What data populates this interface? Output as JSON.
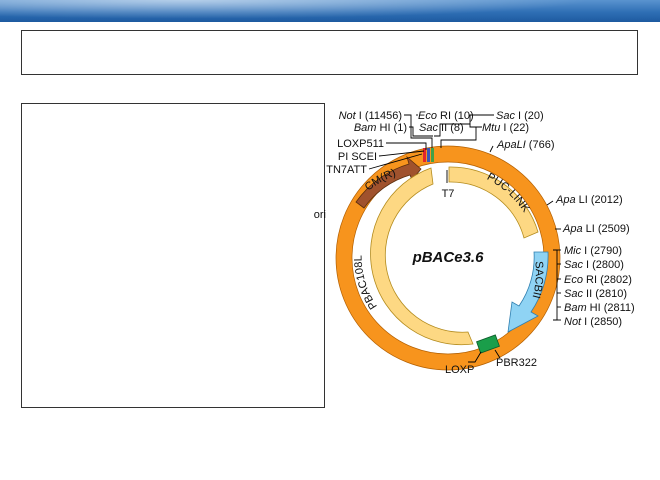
{
  "slide": {
    "title": "",
    "body": ""
  },
  "plasmid": {
    "name": "pBACe3.6",
    "colors": {
      "backbone": "#f7941d",
      "inner_arc": "#fdd883",
      "cm": "#a0522d",
      "sacb": "#8fd3f4",
      "loxp_box": "#1a9e4a",
      "line": "#000000"
    },
    "inner_features": [
      {
        "label": "CM(R)"
      },
      {
        "label": "PUC-LINK"
      },
      {
        "label": "PBAC108L"
      },
      {
        "label": "SACBII"
      }
    ],
    "top_sites": [
      {
        "enzyme": "Not",
        "suffix": " I (11456)"
      },
      {
        "enzyme": "Bam",
        "suffix": " HI (1)"
      },
      {
        "enzyme": "Eco",
        "suffix": " RI (10)"
      },
      {
        "enzyme": "Sac",
        "suffix": " II (8)"
      },
      {
        "enzyme": "Sac",
        "suffix": " I (20)"
      },
      {
        "enzyme": "Mtu",
        "suffix": " I (22)"
      }
    ],
    "left_labels": [
      {
        "label": "LOXP511"
      },
      {
        "label": "PI SCEI"
      },
      {
        "label": "TN7ATT"
      },
      {
        "label": "ori"
      }
    ],
    "right_sites": [
      {
        "enzyme": "ApaLI",
        "suffix": " (766)"
      },
      {
        "enzyme": "Apa",
        "suffix": " LI (2012)"
      },
      {
        "enzyme": "Apa",
        "suffix": " LI (2509)"
      }
    ],
    "bracket_sites": [
      {
        "enzyme": "Mic",
        "suffix": " I (2790)"
      },
      {
        "enzyme": "Sac",
        "suffix": " I (2800)"
      },
      {
        "enzyme": "Eco",
        "suffix": " RI (2802)"
      },
      {
        "enzyme": "Sac",
        "suffix": " II (2810)"
      },
      {
        "enzyme": "Bam",
        "suffix": " HI (2811)"
      },
      {
        "enzyme": "Not",
        "suffix": " I (2850)"
      }
    ],
    "other_labels": [
      {
        "label": "T7"
      },
      {
        "label": "LOXP"
      },
      {
        "label": "PBR322"
      }
    ]
  }
}
